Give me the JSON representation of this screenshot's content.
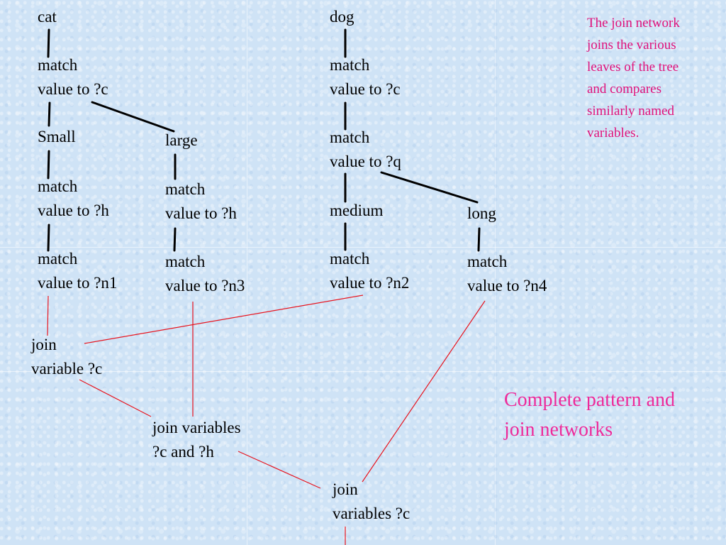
{
  "nodes": {
    "cat": {
      "lines": [
        "cat"
      ]
    },
    "cat_match": {
      "lines": [
        "match",
        "value to ?c"
      ]
    },
    "small": {
      "lines": [
        "Small"
      ]
    },
    "large": {
      "lines": [
        "large"
      ]
    },
    "small_match": {
      "lines": [
        "match",
        "value to ?h"
      ]
    },
    "large_match": {
      "lines": [
        "match",
        "value to ?h"
      ]
    },
    "small_n1": {
      "lines": [
        "match",
        "value to ?n1"
      ]
    },
    "large_n3": {
      "lines": [
        "match",
        "value to ?n3"
      ]
    },
    "dog": {
      "lines": [
        "dog"
      ]
    },
    "dog_match_c": {
      "lines": [
        "match",
        "value to ?c"
      ]
    },
    "dog_match_q": {
      "lines": [
        "match",
        "value to ?q"
      ]
    },
    "medium": {
      "lines": [
        "medium"
      ]
    },
    "long": {
      "lines": [
        "long"
      ]
    },
    "medium_n2": {
      "lines": [
        "match",
        "value to ?n2"
      ]
    },
    "long_n4": {
      "lines": [
        "match",
        "value to ?n4"
      ]
    },
    "join_c": {
      "lines": [
        "join",
        "variable ?c"
      ]
    },
    "join_ch": {
      "lines": [
        "join variables",
        "?c and ?h"
      ]
    },
    "join_final": {
      "lines": [
        "join",
        "variables ?c"
      ]
    }
  },
  "note": {
    "lines": [
      "The join network",
      "joins the various",
      "leaves of the tree",
      "and compares",
      "similarly named",
      "variables."
    ]
  },
  "heading": {
    "lines": [
      "Complete pattern and",
      "join networks"
    ]
  },
  "colors": {
    "tree_edge": "#000000",
    "join_edge": "#e8141e",
    "note_text": "#e0107a",
    "heading_text": "#ee2a9a",
    "background": "#cfe3f6"
  }
}
